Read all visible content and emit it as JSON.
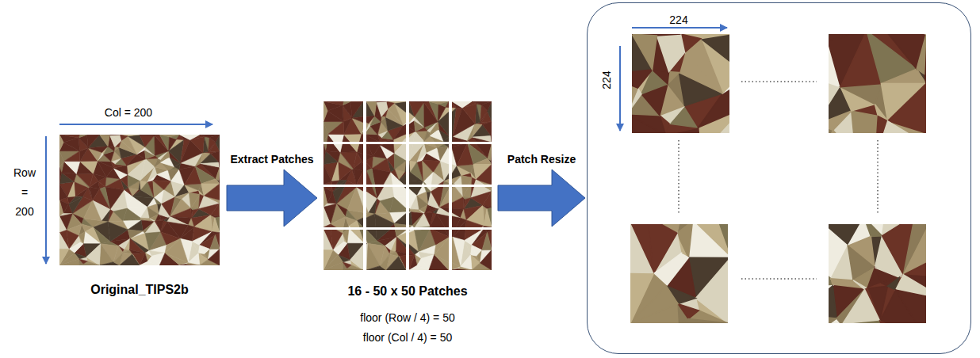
{
  "diagram": {
    "nodes": [
      {
        "text": [
          "Original_TIPS2b"
        ]
      },
      {
        "text": [
          "16 - 50 x 50 Patches",
          "floor (Row / 4) = 50",
          "floor (Col / 4) = 50"
        ]
      },
      {
        "text": [
          "224",
          "224"
        ]
      }
    ],
    "edges": [
      {
        "from": 0,
        "to": 1,
        "arrow": "to",
        "label": "Extract Patches"
      },
      {
        "from": 1,
        "to": 2,
        "arrow": "to",
        "label": "Patch Resize"
      }
    ],
    "labels": [
      "Col = 200",
      "Row = 200"
    ]
  }
}
